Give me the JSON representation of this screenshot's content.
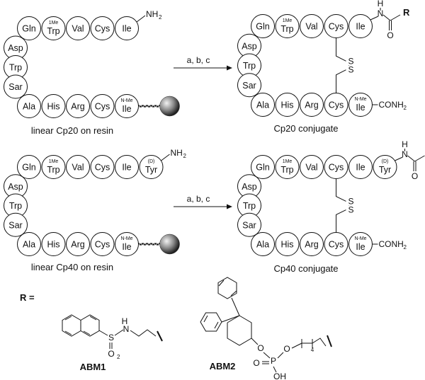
{
  "reaction_conditions": "a, b, c",
  "schemes": [
    {
      "start_caption": "linear Cp20 on resin",
      "product_caption": "Cp20 conjugate",
      "top_row": [
        {
          "name": "Gln"
        },
        {
          "name": "Trp",
          "sup": "1Me"
        },
        {
          "name": "Val"
        },
        {
          "name": "Cys"
        },
        {
          "name": "Ile"
        }
      ],
      "left_column": [
        {
          "name": "Asp"
        },
        {
          "name": "Trp"
        },
        {
          "name": "Sar"
        }
      ],
      "bottom_row": [
        {
          "name": "Ala"
        },
        {
          "name": "His"
        },
        {
          "name": "Arg"
        },
        {
          "name": "Cys"
        },
        {
          "name": "Ile",
          "sup": "N-Me"
        }
      ],
      "n_terminus": "NH2",
      "c_terminus": "CONH2"
    },
    {
      "start_caption": "linear Cp40 on resin",
      "product_caption": "Cp40 conjugate",
      "top_row": [
        {
          "name": "Gln"
        },
        {
          "name": "Trp",
          "sup": "1Me"
        },
        {
          "name": "Val"
        },
        {
          "name": "Cys"
        },
        {
          "name": "Ile"
        },
        {
          "name": "Tyr",
          "sup": "(D)"
        }
      ],
      "left_column": [
        {
          "name": "Asp"
        },
        {
          "name": "Trp"
        },
        {
          "name": "Sar"
        }
      ],
      "bottom_row": [
        {
          "name": "Ala"
        },
        {
          "name": "His"
        },
        {
          "name": "Arg"
        },
        {
          "name": "Cys"
        },
        {
          "name": "Ile",
          "sup": "N-Me"
        }
      ],
      "n_terminus": "NH2",
      "c_terminus": "CONH2"
    }
  ],
  "disulfide_atom": "S",
  "amide_atoms": {
    "nh": "H",
    "n": "N",
    "o": "O",
    "r": "R"
  },
  "r_equals": "R =",
  "abm1": {
    "label": "ABM1",
    "s": "S",
    "o2": "O2",
    "nh": "H",
    "n": "N"
  },
  "abm2": {
    "label": "ABM2",
    "p": "P",
    "o": "O",
    "oh": "OH",
    "sub4": "4"
  }
}
